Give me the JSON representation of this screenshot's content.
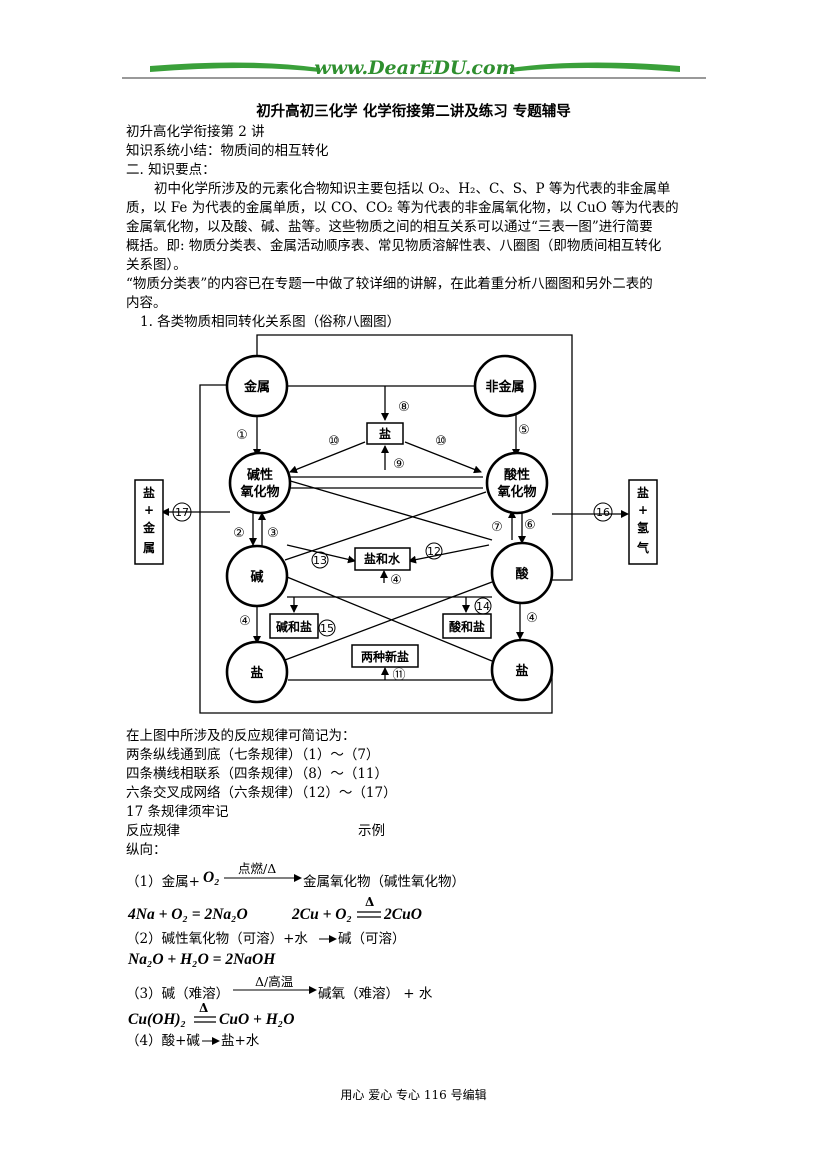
{
  "header": {
    "site": "www.DearEDU.com"
  },
  "doc": {
    "title": "初升高初三化学 化学衔接第二讲及练习 专题辅导",
    "line1": "初升高化学衔接第 2 讲",
    "line2": "知识系统小结：物质间的相互转化",
    "line3": "二. 知识要点：",
    "para1_l1": "初中化学所涉及的元素化合物知识主要包括以 O₂、H₂、C、S、P 等为代表的非金属单",
    "para1_l2": "质，以 Fe 为代表的金属单质，以 CO、CO₂ 等为代表的非金属氧化物，以 CuO 等为代表的",
    "para1_l3": "金属氧化物，以及酸、碱、盐等。这些物质之间的相互关系可以通过“三表一图”进行简要",
    "para1_l4": "概括。即: 物质分类表、金属活动顺序表、常见物质溶解性表、八圈图（即物质间相互转化",
    "para1_l5": "关系图）。",
    "para2_l1": "“物质分类表”的内容已在专题一中做了较详细的讲解，在此着重分析八圈图和另外二表的",
    "para2_l2": "内容。",
    "fig_caption": "1. 各类物质相同转化关系图（俗称八圈图）"
  },
  "diagram": {
    "nodes": {
      "metal": "金属",
      "nonmetal": "非金属",
      "basic_oxide_1": "碱性",
      "basic_oxide_2": "氧化物",
      "acid_oxide_1": "酸性",
      "acid_oxide_2": "氧化物",
      "base": "碱",
      "acid": "酸",
      "salt_left": "盐",
      "salt_right": "盐"
    },
    "boxes": {
      "salt_top": "盐",
      "salt_water": "盐和水",
      "base_salt": "碱和盐",
      "acid_salt": "酸和盐",
      "two_new_salts": "两种新盐",
      "salt_metal": [
        "盐",
        "+",
        "金",
        "属"
      ],
      "salt_hydrogen": [
        "盐",
        "+",
        "氢",
        "气"
      ]
    },
    "labels": {
      "n1": "①",
      "n2": "②",
      "n3": "③",
      "n4a": "④",
      "n4b": "④",
      "n4c": "④",
      "n5": "⑤",
      "n6": "⑥",
      "n7": "⑦",
      "n8": "⑧",
      "n9": "⑨",
      "n10a": "⑩",
      "n10b": "⑩",
      "n11": "⑪",
      "n12": "12",
      "n13": "13",
      "n14": "14",
      "n15": "15",
      "n16": "16",
      "n17": "17"
    }
  },
  "rules": {
    "intro": "在上图中所涉及的反应规律可简记为：",
    "r1": "两条纵线通到底（七条规律）（1）～（7）",
    "r2": "四条横线相联系（四条规律）（8）～（11）",
    "r3": "六条交叉成网络（六条规律）（12）～（17）",
    "r4": "17 条规律须牢记",
    "col_a": "反应规律",
    "col_b": "示例",
    "vertical": "纵向："
  },
  "reactions": {
    "r1_pre": "（1）金属+",
    "r1_o2": "O₂",
    "r1_cond": "点燃/Δ",
    "r1_post": "金属氧化物（碱性氧化物）",
    "eq1a": "4Na + O₂ = 2Na₂O",
    "eq1b_l": "2Cu + O₂",
    "eq1b_cond": "Δ",
    "eq1b_r": "2CuO",
    "r2_text": "（2）碱性氧化物（可溶）+水",
    "r2_post": "碱（可溶）",
    "eq2": "Na₂O + H₂O = 2NaOH",
    "r3_pre": "（3）碱（难溶）",
    "r3_cond": "Δ/高温",
    "r3_post": "碱氧（难溶）  +  水",
    "eq3_l": "Cu(OH)₂",
    "eq3_cond": "Δ",
    "eq3_r": "CuO + H₂O",
    "r4_pre": "（4）酸+碱",
    "r4_post": "盐+水"
  },
  "footer": {
    "text": "用心  爱心  专心    116 号编辑"
  }
}
